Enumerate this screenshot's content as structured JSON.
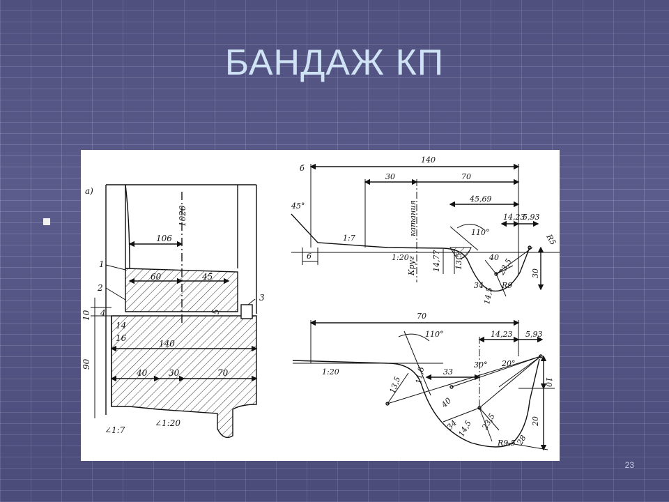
{
  "slide": {
    "title": "БАНДАЖ КП",
    "page_number": "23"
  },
  "figure_a": {
    "panel_label": "а)",
    "labels": [
      "106",
      "1020",
      "1",
      "2",
      "3",
      "4",
      "60",
      "45",
      "10",
      "14",
      "16",
      "5",
      "90",
      "140",
      "40",
      "30",
      "70",
      "∠1:7",
      "∠1:20"
    ]
  },
  "figure_b": {
    "panel_label": "б",
    "labels": [
      "140",
      "30",
      "70",
      "45°",
      "1:7",
      "катания",
      "1:20",
      "Круг",
      "6",
      "45,69",
      "110°",
      "14,23",
      "5,93",
      "14,77",
      "13,5",
      "40",
      "23,5",
      "34",
      "14,5",
      "30",
      "R5",
      "R9"
    ]
  },
  "figure_c": {
    "labels": [
      "70",
      "110°",
      "14,23",
      "5,93",
      "1:20",
      "33",
      "30°",
      "20°",
      "10",
      "13,5",
      "40",
      "34",
      "14,5",
      "23,5",
      "20",
      "28",
      "11,8",
      "R9,5"
    ]
  }
}
